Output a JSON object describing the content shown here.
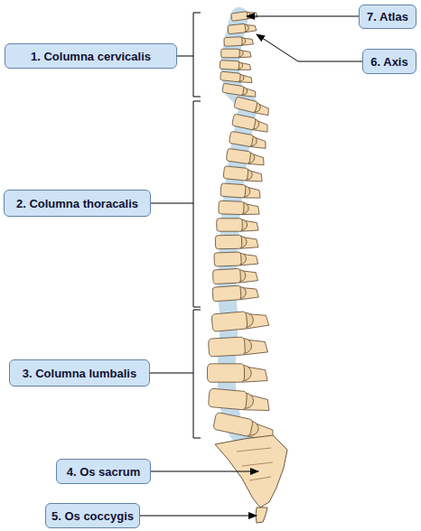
{
  "diagram": {
    "nodes": [
      {
        "text": [
          "7. Atlas"
        ]
      },
      {
        "text": [
          "1. Columna cervicalis"
        ]
      },
      {
        "text": [
          "6. Axis"
        ]
      },
      {
        "text": [
          "2. Columna thoracalis"
        ]
      },
      {
        "text": [
          "3. Columna lumbalis"
        ]
      },
      {
        "text": [
          "4. Os sacrum"
        ]
      },
      {
        "text": [
          "5. Os coccygis"
        ]
      }
    ]
  }
}
